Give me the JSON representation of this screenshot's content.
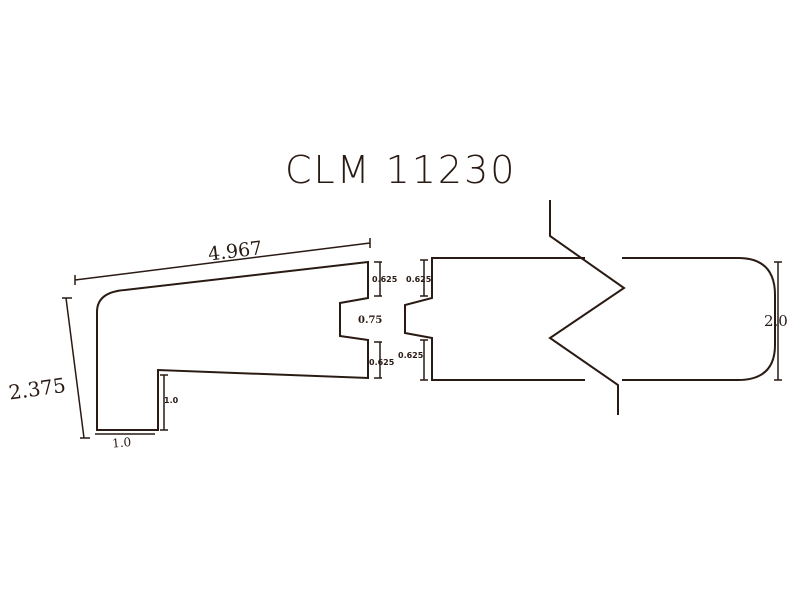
{
  "title": "CLM 11230",
  "dimensions": {
    "top_length": "4.967",
    "side_height": "2.375",
    "foot_width": "1.0",
    "foot_height": "1.0",
    "tongue_width": "0.75",
    "tongue_top": "0.625",
    "tongue_bottom": "0.625",
    "groove_top": "0.625",
    "groove_bottom": "0.625",
    "board_thickness": "2.0"
  }
}
